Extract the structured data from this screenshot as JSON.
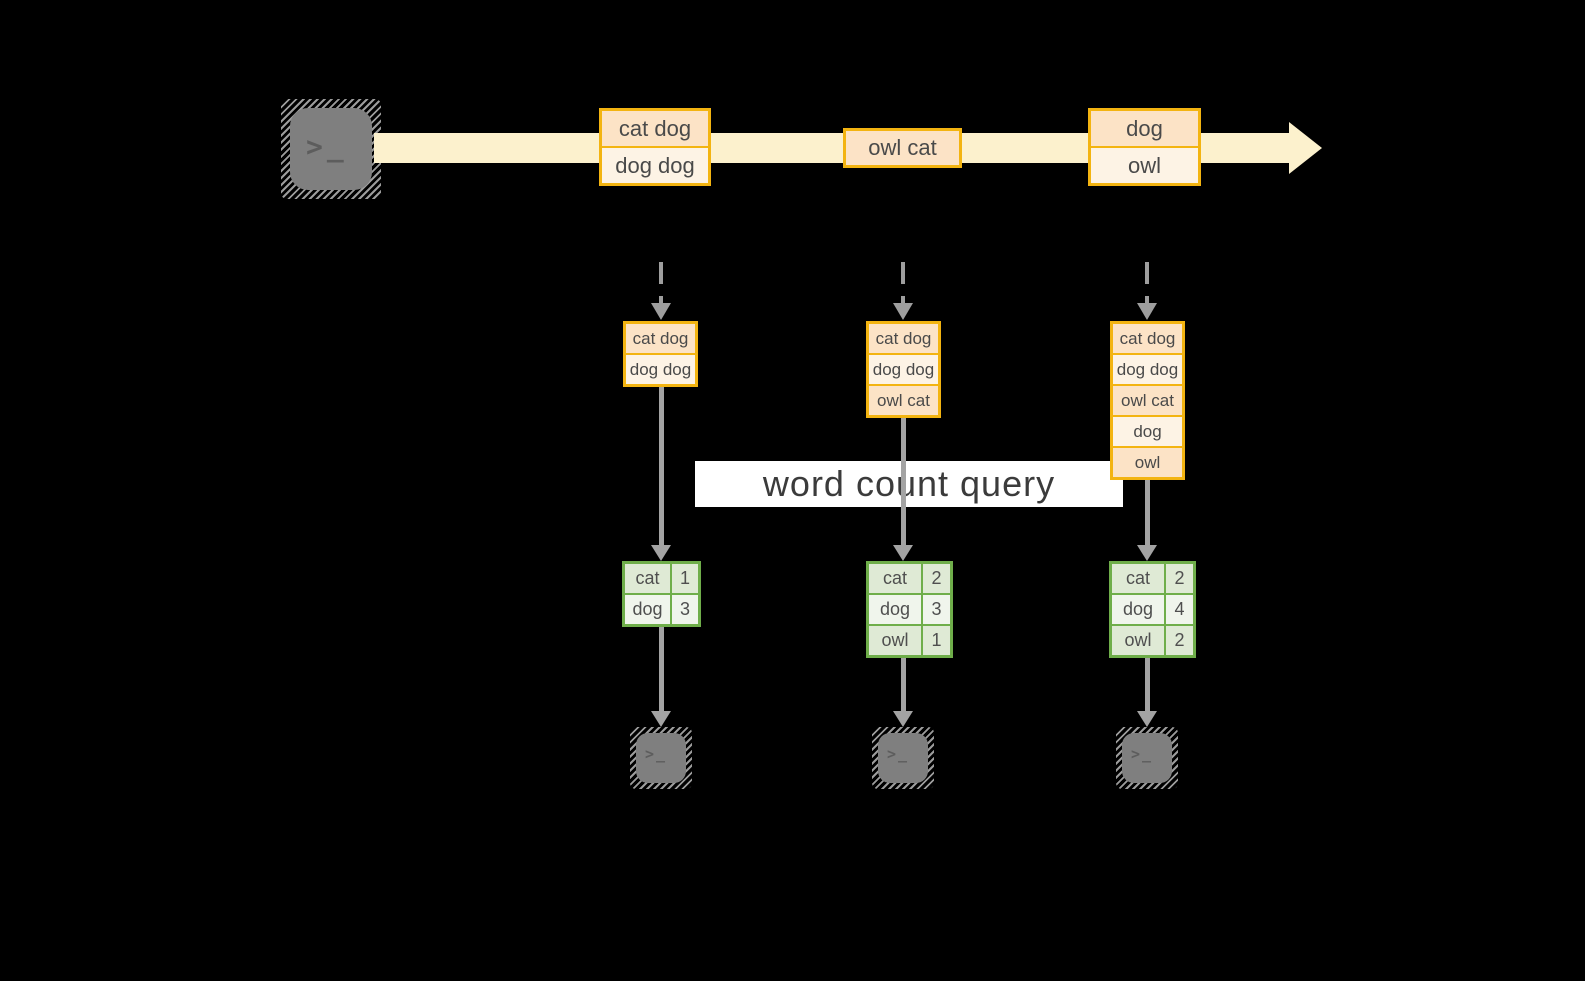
{
  "query_label": "word count query",
  "icons": {
    "terminal_glyph": ">_",
    "source_terminal": "terminal-prompt",
    "sink_terminal": "terminal-prompt"
  },
  "stream_events": [
    {
      "rows": [
        "cat dog",
        "dog dog"
      ]
    },
    {
      "rows": [
        "owl cat"
      ]
    },
    {
      "rows": [
        "dog",
        "owl"
      ]
    }
  ],
  "pipelines": [
    {
      "buffer": [
        "cat dog",
        "dog dog"
      ],
      "counts": [
        {
          "word": "cat",
          "count": "1"
        },
        {
          "word": "dog",
          "count": "3"
        }
      ]
    },
    {
      "buffer": [
        "cat dog",
        "dog dog",
        "owl cat"
      ],
      "counts": [
        {
          "word": "cat",
          "count": "2"
        },
        {
          "word": "dog",
          "count": "3"
        },
        {
          "word": "owl",
          "count": "1"
        }
      ]
    },
    {
      "buffer": [
        "cat dog",
        "dog dog",
        "owl cat",
        "dog",
        "owl"
      ],
      "counts": [
        {
          "word": "cat",
          "count": "2"
        },
        {
          "word": "dog",
          "count": "4"
        },
        {
          "word": "owl",
          "count": "2"
        }
      ]
    }
  ],
  "colors": {
    "background": "#000000",
    "orange_border": "#F3B411",
    "peach_fill": "#FCE3C6",
    "cream_fill": "#FDF3E5",
    "stream_fill": "#FCF1CD",
    "green_border": "#6FAE4A",
    "green_fill": "#DFEAD5",
    "green_fill_light": "#F0F5EC",
    "arrow_gray": "#A3A3A3",
    "terminal_gray": "#7F7F7F",
    "query_band_bg": "#FFFFFF"
  }
}
